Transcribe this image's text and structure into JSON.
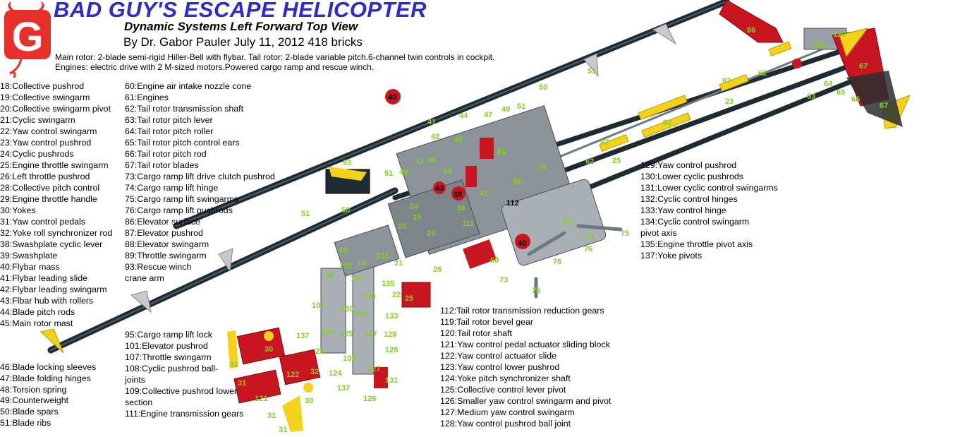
{
  "header": {
    "title": "BAD GUY'S ESCAPE HELICOPTER",
    "subtitle": "Dynamic Systems Left Forward Top View",
    "byline": "By Dr. Gabor Pauler  July 11, 2012 418 bricks",
    "desc_line1": "Main rotor: 2-blade semi-rigid Hiller-Bell with flybar. Tail rotor: 2-blade variable pitch.6-channel twin controls in cockpit.",
    "desc_line2": "Engines: electric drive with 2 M-sized motors.Powered cargo ramp and rescue winch.",
    "logo_letter": "G"
  },
  "legend_col1": [
    "18:Collective pushrod",
    "19:Collective swingarm",
    "20:Collective swingarm pivot",
    "21:Cyclic swingarm",
    "22:Yaw control swingarm",
    "23:Yaw control pushrod",
    "24:Cyclic pushrods",
    "25:Engine throttle swingarm",
    "26:Left throttle pushrod",
    "28:Collective pitch control",
    "29:Engine throttle handle",
    "30:Yokes",
    "31:Yaw control pedals",
    "32:Yoke roll synchronizer rod",
    "38:Swashplate cyclic lever",
    "39:Swashplate",
    "40:Flybar mass",
    "41:Flybar leading slide",
    "42:Flybar leading swingarm",
    "43:Flbar hub with rollers",
    "44:Blade pitch rods",
    "45:Main rotor mast"
  ],
  "legend_col2": [
    "60:Engine air intake nozzle cone",
    "61:Engines",
    "62:Tail rotor transmission shaft",
    "63:Tail rotor pitch lever",
    "64:Tail rotor pitch roller",
    "65:Tail rotor pitch control ears",
    "66:Tail rotor pitch rod",
    "67:Tail rotor blades",
    "73:Cargo ramp lift drive clutch pushrod",
    "74:Cargo ramp lift hinge",
    "75:Cargo ramp lift swingarms",
    "76:Cargo ramp lift pushrods",
    "86:Elevator surface",
    "87:Elevator pushrod",
    "88:Elevator swingarm",
    "89:Throttle swingarm",
    "93:Rescue winch",
    "crane arm"
  ],
  "legend_col3": [
    "46:Blade locking sleeves",
    "47:Blade folding hinges",
    "48:Torsion spring",
    "49:Counterweight",
    "50:Blade spars",
    "51:Blade ribs"
  ],
  "legend_col4": [
    "95:Cargo ramp lift lock",
    "101:Elevator pushrod",
    "107:Throttle swingarm",
    "108:Cyclic pushrod ball-",
    "joints",
    "109:Collective pushrod lower",
    "section",
    "111:Engine transmission gears"
  ],
  "legend_col5": [
    "112:Tail rotor transmission reduction gears",
    "119:Tail rotor bevel gear",
    "120:Tail rotor shaft",
    "121:Yaw control pedal actuator sliding block",
    "122:Yaw control actuator slide",
    "123:Yaw control lower pushrod",
    "124:Yoke pitch synchronizer shaft",
    "125:Collective control lever pivot",
    "126:Smaller yaw control swingarm and pivot",
    "127:Medium yaw control swingarm",
    "128:Yaw control pushrod ball joint"
  ],
  "legend_col6": [
    "129:Yaw control pushrod",
    "130:Lower cyclic pushrods",
    "131:Lower cyclic control swingarms",
    "132:Cyclic control hinges",
    "133:Yaw control hinge",
    "134:Cyclic control swingarm",
    "pivot axis",
    "135:Engine throttle pivot axis",
    "137:Yoke pivots"
  ],
  "callouts": [
    {
      "n": "86",
      "c": "green"
    },
    {
      "n": "120",
      "c": "green"
    },
    {
      "n": "119",
      "c": "green"
    },
    {
      "n": "67",
      "c": "green"
    },
    {
      "n": "67",
      "c": "green"
    },
    {
      "n": "66",
      "c": "green"
    },
    {
      "n": "65",
      "c": "green"
    },
    {
      "n": "64",
      "c": "green"
    },
    {
      "n": "63",
      "c": "green"
    },
    {
      "n": "62",
      "c": "green"
    },
    {
      "n": "87",
      "c": "green"
    },
    {
      "n": "23",
      "c": "green"
    },
    {
      "n": "62",
      "c": "green"
    },
    {
      "n": "87",
      "c": "green"
    },
    {
      "n": "25",
      "c": "green"
    },
    {
      "n": "62",
      "c": "green"
    },
    {
      "n": "50",
      "c": "green"
    },
    {
      "n": "51",
      "c": "green"
    },
    {
      "n": "40",
      "c": "black"
    },
    {
      "n": "44",
      "c": "green"
    },
    {
      "n": "47",
      "c": "green"
    },
    {
      "n": "49",
      "c": "green"
    },
    {
      "n": "51",
      "c": "green"
    },
    {
      "n": "41",
      "c": "green"
    },
    {
      "n": "42",
      "c": "green"
    },
    {
      "n": "45",
      "c": "green"
    },
    {
      "n": "46",
      "c": "green"
    },
    {
      "n": "47",
      "c": "green"
    },
    {
      "n": "61",
      "c": "green"
    },
    {
      "n": "93",
      "c": "green"
    },
    {
      "n": "51",
      "c": "green"
    },
    {
      "n": "48",
      "c": "green"
    },
    {
      "n": "43",
      "c": "black"
    },
    {
      "n": "44",
      "c": "green"
    },
    {
      "n": "39",
      "c": "black"
    },
    {
      "n": "38",
      "c": "green"
    },
    {
      "n": "41",
      "c": "green"
    },
    {
      "n": "74",
      "c": "green"
    },
    {
      "n": "95",
      "c": "green"
    },
    {
      "n": "112",
      "c": "black"
    },
    {
      "n": "61",
      "c": "green"
    },
    {
      "n": "51",
      "c": "green"
    },
    {
      "n": "50",
      "c": "green"
    },
    {
      "n": "24",
      "c": "green"
    },
    {
      "n": "19",
      "c": "green"
    },
    {
      "n": "20",
      "c": "green"
    },
    {
      "n": "24",
      "c": "green"
    },
    {
      "n": "111",
      "c": "green"
    },
    {
      "n": "61",
      "c": "green"
    },
    {
      "n": "74",
      "c": "green"
    },
    {
      "n": "75",
      "c": "green"
    },
    {
      "n": "76",
      "c": "green"
    },
    {
      "n": "40",
      "c": "black"
    },
    {
      "n": "60",
      "c": "green"
    },
    {
      "n": "73",
      "c": "green"
    },
    {
      "n": "76",
      "c": "green"
    },
    {
      "n": "75",
      "c": "green"
    },
    {
      "n": "89",
      "c": "green"
    },
    {
      "n": "18",
      "c": "green"
    },
    {
      "n": "132",
      "c": "green"
    },
    {
      "n": "131",
      "c": "green"
    },
    {
      "n": "21",
      "c": "green"
    },
    {
      "n": "26",
      "c": "green"
    },
    {
      "n": "88",
      "c": "green"
    },
    {
      "n": "132",
      "c": "green"
    },
    {
      "n": "135",
      "c": "green"
    },
    {
      "n": "22",
      "c": "green"
    },
    {
      "n": "25",
      "c": "green"
    },
    {
      "n": "109",
      "c": "green"
    },
    {
      "n": "101",
      "c": "green"
    },
    {
      "n": "130",
      "c": "green"
    },
    {
      "n": "136",
      "c": "green"
    },
    {
      "n": "133",
      "c": "green"
    },
    {
      "n": "107",
      "c": "green"
    },
    {
      "n": "129",
      "c": "green"
    },
    {
      "n": "125",
      "c": "green"
    },
    {
      "n": "131",
      "c": "green"
    },
    {
      "n": "137",
      "c": "green"
    },
    {
      "n": "128",
      "c": "green"
    },
    {
      "n": "30",
      "c": "green"
    },
    {
      "n": "127",
      "c": "green"
    },
    {
      "n": "131",
      "c": "green"
    },
    {
      "n": "126",
      "c": "green"
    },
    {
      "n": "31",
      "c": "green"
    },
    {
      "n": "31",
      "c": "green"
    },
    {
      "n": "121",
      "c": "green"
    },
    {
      "n": "30",
      "c": "green"
    },
    {
      "n": "31",
      "c": "green"
    },
    {
      "n": "31",
      "c": "green"
    },
    {
      "n": "122",
      "c": "green"
    },
    {
      "n": "137",
      "c": "green"
    },
    {
      "n": "108",
      "c": "green"
    },
    {
      "n": "28",
      "c": "green"
    },
    {
      "n": "32",
      "c": "green"
    },
    {
      "n": "124",
      "c": "green"
    }
  ],
  "colors": {
    "title": "#2b2bd0",
    "logo": "#e8302a",
    "label": "#7fd320",
    "spar": "#1f2b33",
    "accent_yellow": "#f2d21b",
    "accent_red": "#c8151f"
  }
}
